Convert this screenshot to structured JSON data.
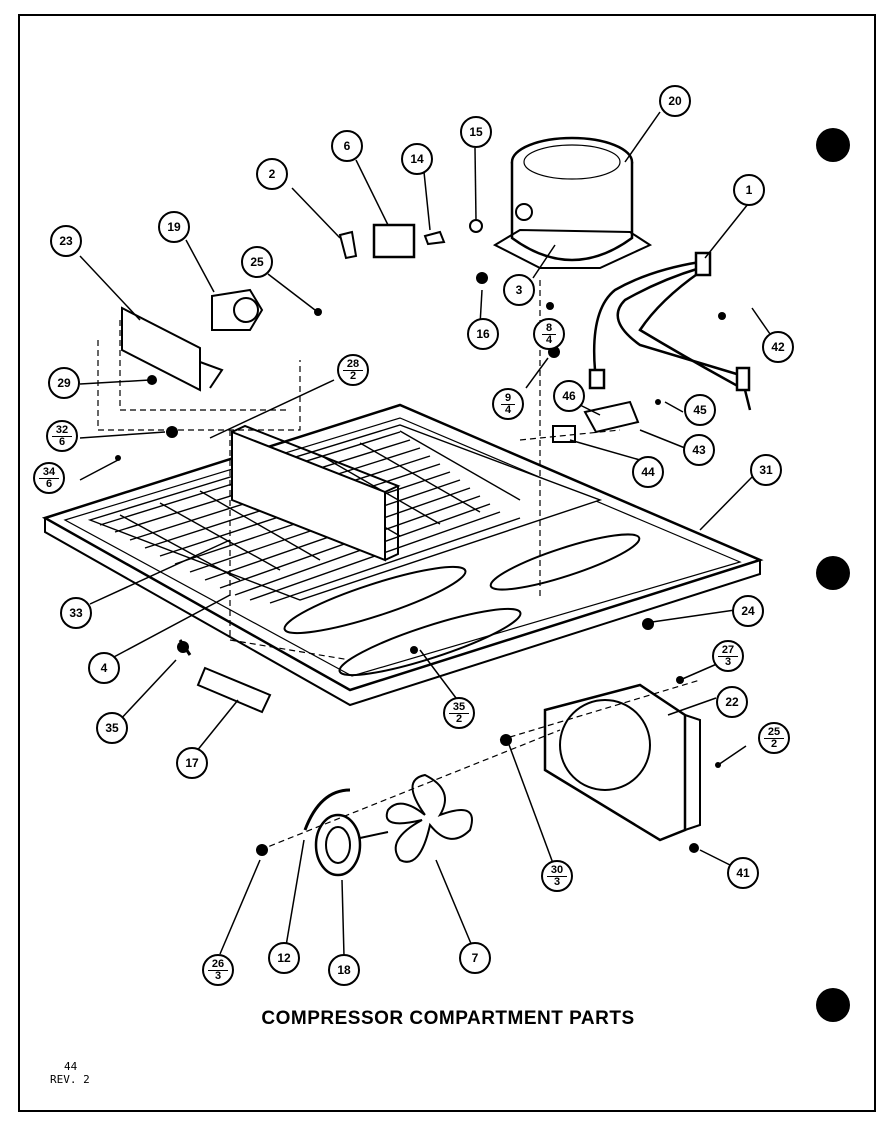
{
  "title": "COMPRESSOR COMPARTMENT PARTS",
  "page_number": "44",
  "revision": "REV. 2",
  "callouts": [
    {
      "label": "1"
    },
    {
      "label": "2"
    },
    {
      "label": "3"
    },
    {
      "label": "4"
    },
    {
      "label": "6"
    },
    {
      "label": "7"
    },
    {
      "label": "8",
      "qty": "4"
    },
    {
      "label": "9",
      "qty": "4"
    },
    {
      "label": "12"
    },
    {
      "label": "14"
    },
    {
      "label": "15"
    },
    {
      "label": "16"
    },
    {
      "label": "17"
    },
    {
      "label": "18"
    },
    {
      "label": "19"
    },
    {
      "label": "20"
    },
    {
      "label": "22"
    },
    {
      "label": "23"
    },
    {
      "label": "24"
    },
    {
      "label": "25"
    },
    {
      "label": "25",
      "qty": "2"
    },
    {
      "label": "26",
      "qty": "3"
    },
    {
      "label": "27",
      "qty": "3"
    },
    {
      "label": "28",
      "qty": "2"
    },
    {
      "label": "29"
    },
    {
      "label": "30",
      "qty": "3"
    },
    {
      "label": "31"
    },
    {
      "label": "32",
      "qty": "6"
    },
    {
      "label": "33"
    },
    {
      "label": "34",
      "qty": "6"
    },
    {
      "label": "35"
    },
    {
      "label": "35",
      "qty": "2"
    },
    {
      "label": "41"
    },
    {
      "label": "42"
    },
    {
      "label": "43"
    },
    {
      "label": "44"
    },
    {
      "label": "45"
    },
    {
      "label": "46"
    }
  ]
}
